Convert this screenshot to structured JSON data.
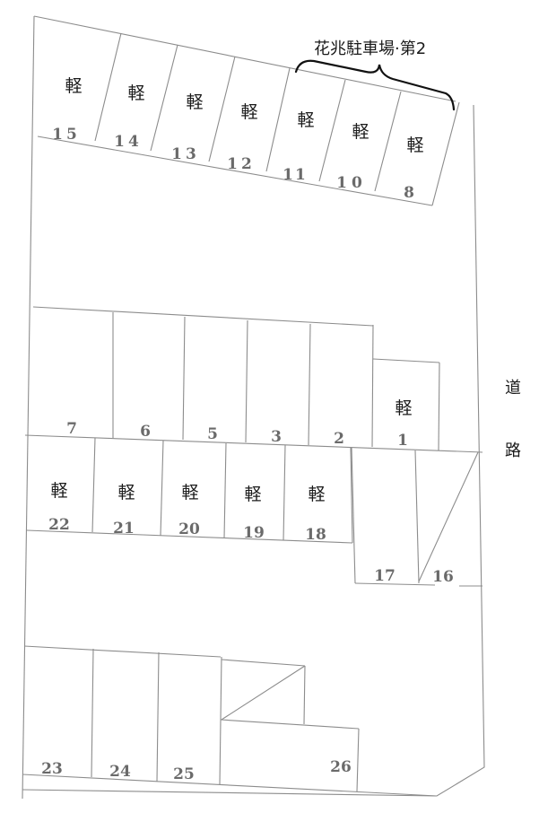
{
  "title": "花兆駐車場·第2",
  "road_label": [
    "道",
    "路"
  ],
  "kei_label": "軽",
  "colors": {
    "line": "#8c8c8c",
    "text": "#1a1a1a",
    "number": "#6a6a6a",
    "brace": "#111111"
  },
  "spaces": {
    "s15": {
      "number": "15",
      "kei": true
    },
    "s14": {
      "number": "14",
      "kei": true
    },
    "s13": {
      "number": "13",
      "kei": true
    },
    "s12": {
      "number": "12",
      "kei": true
    },
    "s11": {
      "number": "11",
      "kei": true
    },
    "s10": {
      "number": "10",
      "kei": true
    },
    "s8": {
      "number": "8",
      "kei": true
    },
    "s7": {
      "number": "7",
      "kei": false
    },
    "s6": {
      "number": "6",
      "kei": false
    },
    "s5": {
      "number": "5",
      "kei": false
    },
    "s3": {
      "number": "3",
      "kei": false
    },
    "s2": {
      "number": "2",
      "kei": false
    },
    "s1": {
      "number": "1",
      "kei": true
    },
    "s22": {
      "number": "22",
      "kei": true
    },
    "s21": {
      "number": "21",
      "kei": true
    },
    "s20": {
      "number": "20",
      "kei": true
    },
    "s19": {
      "number": "19",
      "kei": true
    },
    "s18": {
      "number": "18",
      "kei": true
    },
    "s17": {
      "number": "17",
      "kei": false
    },
    "s16": {
      "number": "16",
      "kei": false
    },
    "s23": {
      "number": "23",
      "kei": false
    },
    "s24": {
      "number": "24",
      "kei": false
    },
    "s25": {
      "number": "25",
      "kei": false
    },
    "s26": {
      "number": "26",
      "kei": false
    }
  }
}
